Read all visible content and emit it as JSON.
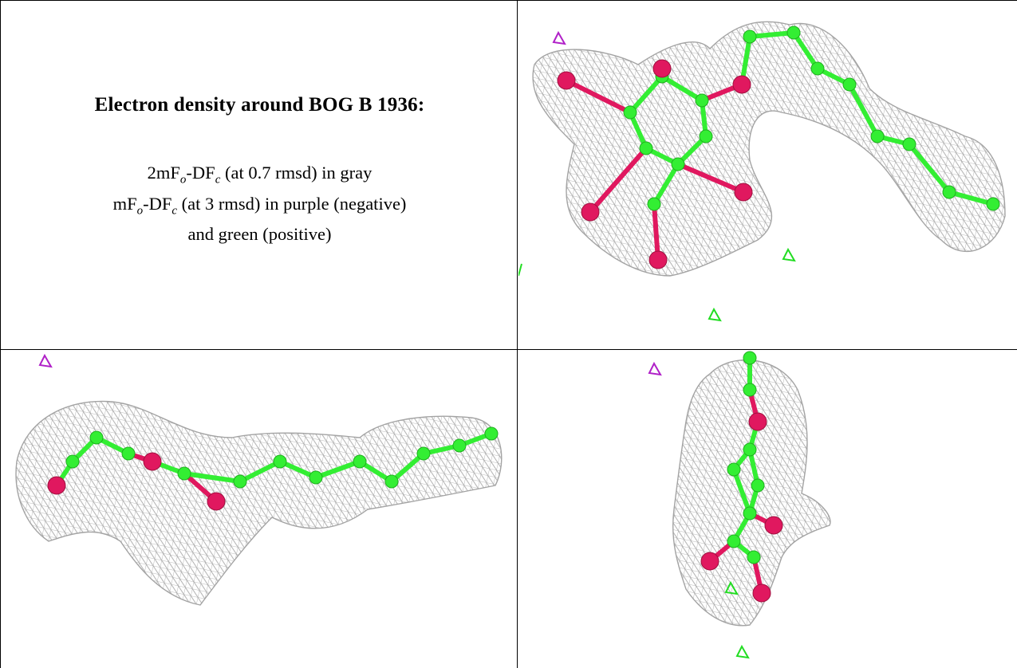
{
  "caption": {
    "title": "Electron density around BOG B 1936:",
    "line1": {
      "pre": "2mF",
      "sub1": "o",
      "mid": "-DF",
      "sub2": "c",
      "post": " (at 0.7 rmsd) in gray"
    },
    "line2": {
      "pre": "mF",
      "sub1": "o",
      "mid": "-DF",
      "sub2": "c",
      "post": " (at 3 rmsd) in purple (negative)"
    },
    "line3": "and green (positive)"
  },
  "colors": {
    "mesh": "#9a9a9a",
    "carbon": "#33ee33",
    "oxygen": "#e0185f",
    "negative": "#b020c8",
    "positive": "#22dd22"
  },
  "panels": [
    {
      "name": "density-view-top"
    },
    {
      "name": "density-view-side"
    },
    {
      "name": "density-view-end"
    }
  ]
}
